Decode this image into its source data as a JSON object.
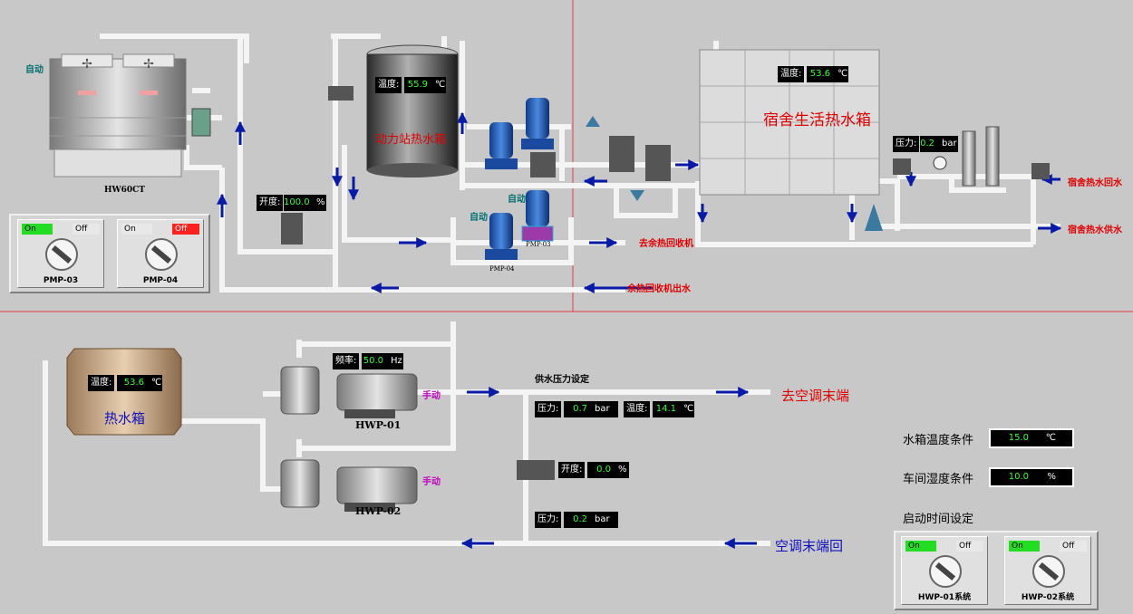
{
  "readouts": {
    "cooling_valve_opening": {
      "label": "开度:",
      "value": "100.0",
      "unit": "%"
    },
    "power_tank_temp": {
      "label": "温度:",
      "value": "55.9",
      "unit": "℃"
    },
    "dorm_tank_temp": {
      "label": "温度:",
      "value": "53.6",
      "unit": "℃"
    },
    "dorm_pressure": {
      "label": "压力:",
      "value": "0.2",
      "unit": "bar"
    },
    "hot_tank_temp": {
      "label": "温度:",
      "value": "53.6",
      "unit": "℃"
    },
    "frequency": {
      "label": "频率:",
      "value": "50.0",
      "unit": "Hz"
    },
    "supply_pressure": {
      "label": "压力:",
      "value": "0.7",
      "unit": "bar"
    },
    "supply_temp": {
      "label": "温度:",
      "value": "14.1",
      "unit": "℃"
    },
    "bypass_opening": {
      "label": "开度:",
      "value": "0.0",
      "unit": "%"
    },
    "return_pressure": {
      "label": "压力:",
      "value": "0.2",
      "unit": "bar"
    }
  },
  "labels": {
    "cooling_tower": "HW60CT",
    "auto": "自动",
    "power_tank": "动力站热水箱",
    "dorm_tank": "宿舍生活热水箱",
    "to_heat_recovery": "去余热回收机",
    "from_heat_recovery": "余热回收机出水",
    "dorm_return": "宿舍热水回水",
    "dorm_supply": "宿舍热水供水",
    "pmp03": "PMP-03",
    "pmp04": "PMP-04",
    "hot_tank": "热水箱",
    "manual": "手动",
    "hwp01": "HWP-01",
    "hwp02": "HWP-02",
    "supply_pressure_setting": "供水压力设定",
    "to_ac_end": "去空调末端",
    "ac_end_return": "空调末端回"
  },
  "switches": {
    "pmp03": {
      "on": "On",
      "off": "Off",
      "caption": "PMP-03"
    },
    "pmp04": {
      "on": "On",
      "off": "Off",
      "caption": "PMP-04"
    },
    "hwp01": {
      "on": "On",
      "off": "Off",
      "caption": "HWP-01系统"
    },
    "hwp02": {
      "on": "On",
      "off": "Off",
      "caption": "HWP-02系统"
    }
  },
  "conditions": {
    "tank_temp": {
      "label": "水箱温度条件",
      "value": "15.0",
      "unit": "℃"
    },
    "shop_humidity": {
      "label": "车间湿度条件",
      "value": "10.0",
      "unit": "%"
    },
    "start_time": {
      "label": "启动时间设定"
    }
  },
  "colors": {
    "background": "#c8c8c8",
    "pipe": "#f4f4f4",
    "flow_arrow": "#0a1aa8",
    "divider": "#e04040",
    "on_active": "#22dd22",
    "off_active": "#ff2020"
  }
}
